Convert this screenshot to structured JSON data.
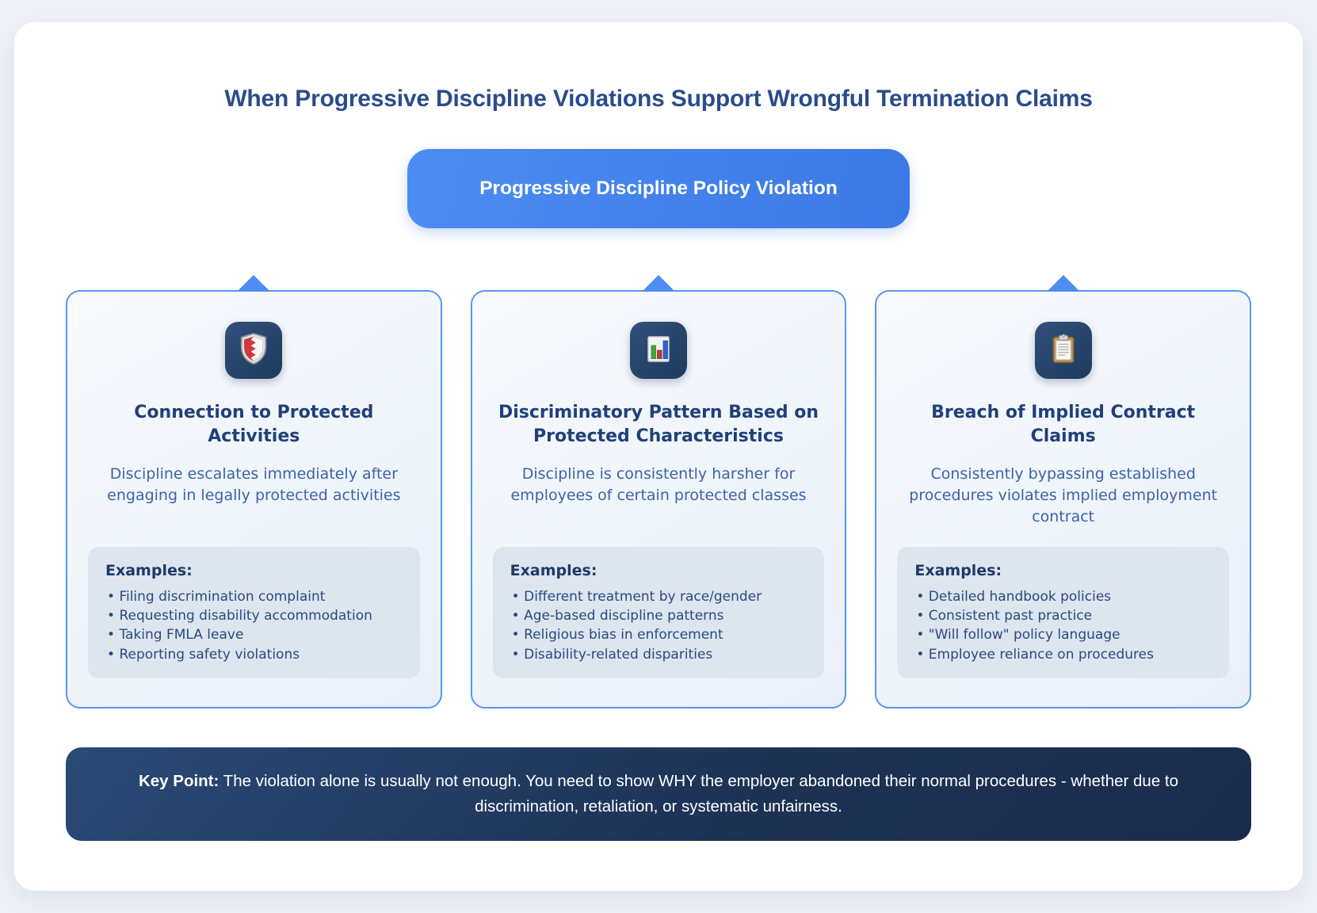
{
  "page": {
    "title": "When Progressive Discipline Violations Support Wrongful Termination Claims"
  },
  "root_node": {
    "label": "Progressive Discipline Policy Violation"
  },
  "cards": [
    {
      "icon": "shield-icon",
      "title": "Connection to Protected Activities",
      "title_lines": [
        "Connection to Protected",
        "Activities"
      ],
      "description": "Discipline escalates immediately after engaging in legally protected activities",
      "examples_heading": "Examples:",
      "examples": [
        "Filing discrimination complaint",
        "Requesting disability accommodation",
        "Taking FMLA leave",
        "Reporting safety violations"
      ]
    },
    {
      "icon": "bar-chart-icon",
      "title": "Discriminatory Pattern Based on Protected Characteristics",
      "title_lines": [
        "Discriminatory Pattern Based on",
        "Protected Characteristics"
      ],
      "description": "Discipline is consistently harsher for employees of certain protected classes",
      "examples_heading": "Examples:",
      "examples": [
        "Different treatment by race/gender",
        "Age-based discipline patterns",
        "Religious bias in enforcement",
        "Disability-related disparities"
      ]
    },
    {
      "icon": "clipboard-icon",
      "title": "Breach of Implied Contract Claims",
      "title_lines": [
        "Breach of Implied Contract",
        "Claims"
      ],
      "description": "Consistently bypassing established procedures violates implied employment contract",
      "examples_heading": "Examples:",
      "examples": [
        "Detailed handbook policies",
        "Consistent past practice",
        "\"Will follow\" policy language",
        "Employee reliance on procedures"
      ]
    }
  ],
  "key_point": {
    "label": "Key Point:",
    "text": "The violation alone is usually not enough. You need to show WHY the employer abandoned their normal procedures - whether due to discrimination, retaliation, or systematic unfairness."
  },
  "colors": {
    "page_background": "#edf1f7",
    "panel_background": "#ffffff",
    "accent_blue": "#4c8cf2",
    "accent_blue_dark": "#3b79e6",
    "card_border": "#5895f2",
    "card_background": "#eef4fb",
    "examples_background": "#dde5ef",
    "icon_tile_navy": "#24456d",
    "keypoint_background": "#1d3153",
    "heading_navy": "#2b4c8a",
    "body_text_blue": "#3c62a8",
    "keypoint_text": "#ffffff"
  }
}
